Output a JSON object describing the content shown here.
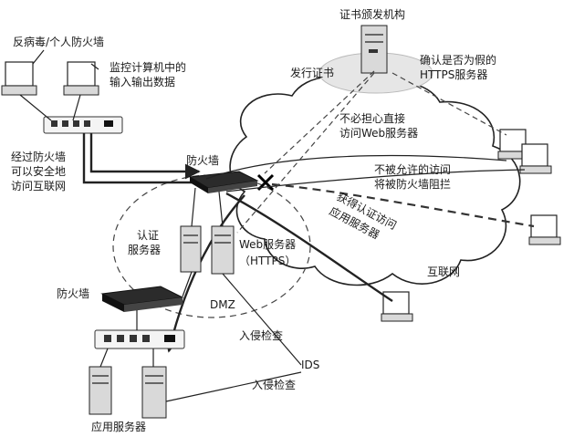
{
  "labels": {
    "cert_authority": "证书颁发机构",
    "antivirus_firewall": "反病毒/个人防火墙",
    "monitor_line1": "监控计算机中的",
    "monitor_line2": "输入输出数据",
    "issue_cert": "发行证书",
    "confirm_line1": "确认是否为假的",
    "confirm_line2": "HTTPS服务器",
    "no_worry_line1": "不必担心直接",
    "no_worry_line2": "访问Web服务器",
    "through_fw_line1": "经过防火墙",
    "through_fw_line2": "可以安全地",
    "through_fw_line3": "访问互联网",
    "firewall_top": "防火墙",
    "blocked_line1": "不被允许的访问",
    "blocked_line2": "将被防火墙阻拦",
    "auth_access_line1": "获得认证访问",
    "auth_access_line2": "应用服务器",
    "auth_server_line1": "认证",
    "auth_server_line2": "服务器",
    "web_server_line1": "Web服务器",
    "web_server_line2": "（HTTPS）",
    "internet": "互联网",
    "firewall_bottom": "防火墙",
    "dmz": "DMZ",
    "intrusion_check_1": "入侵检查",
    "ids": "IDS",
    "intrusion_check_2": "入侵检查",
    "app_server": "应用服务器"
  },
  "icons": [
    "pc-icon",
    "server-icon",
    "firewall-icon",
    "switch-icon",
    "block-x-icon",
    "cloud-shape"
  ]
}
